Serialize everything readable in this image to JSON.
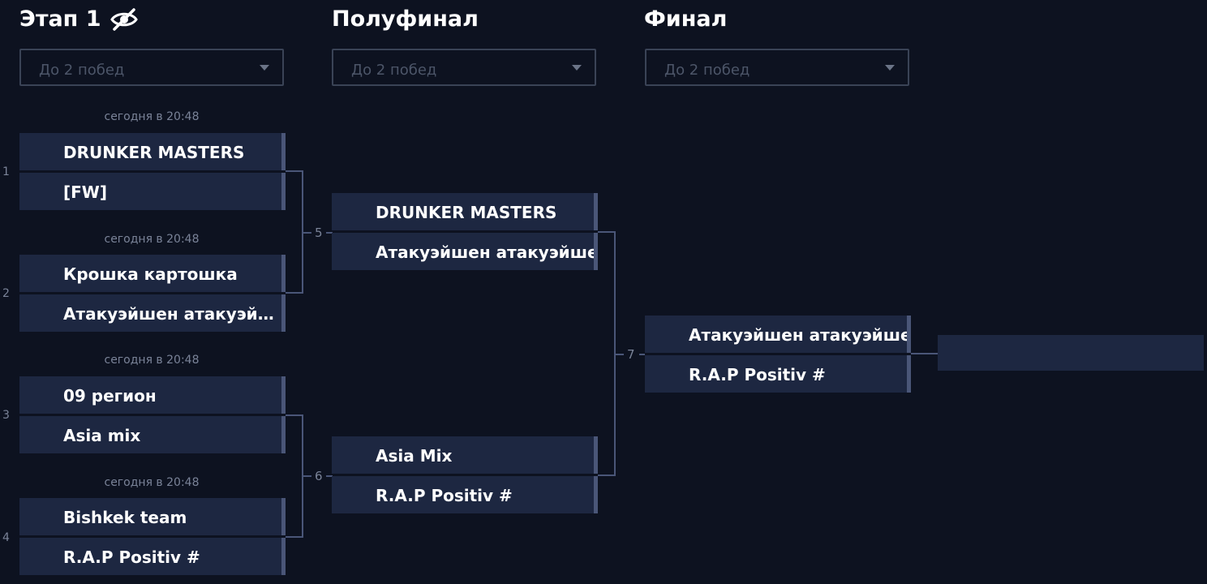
{
  "rounds": [
    {
      "title": "Этап 1",
      "format": "До 2 побед",
      "icon": "eye-slash-icon"
    },
    {
      "title": "Полуфинал",
      "format": "До 2 побед"
    },
    {
      "title": "Финал",
      "format": "До 2 побед"
    }
  ],
  "round1": {
    "matches": [
      {
        "number": "1",
        "time": "сегодня в 20:48",
        "team1": "DRUNKER MASTERS",
        "team2": "[FW]"
      },
      {
        "number": "2",
        "time": "сегодня в 20:48",
        "team1": "Крошка картошка",
        "team2": "Атакуэйшен атакуэйшен"
      },
      {
        "number": "3",
        "time": "сегодня в 20:48",
        "team1": "09 регион",
        "team2": "Asia mix"
      },
      {
        "number": "4",
        "time": "сегодня в 20:48",
        "team1": "Bishkek team",
        "team2": "R.A.P Positiv #"
      }
    ]
  },
  "semifinal": {
    "matches": [
      {
        "number": "5",
        "team1": "DRUNKER MASTERS",
        "team2": "Атакуэйшен атакуэйшен"
      },
      {
        "number": "6",
        "team1": "Asia Mix",
        "team2": "R.A.P Positiv #"
      }
    ]
  },
  "final": {
    "match": {
      "number": "7",
      "team1": "Атакуэйшен атакуэйшен",
      "team2": "R.A.P Positiv #"
    }
  }
}
